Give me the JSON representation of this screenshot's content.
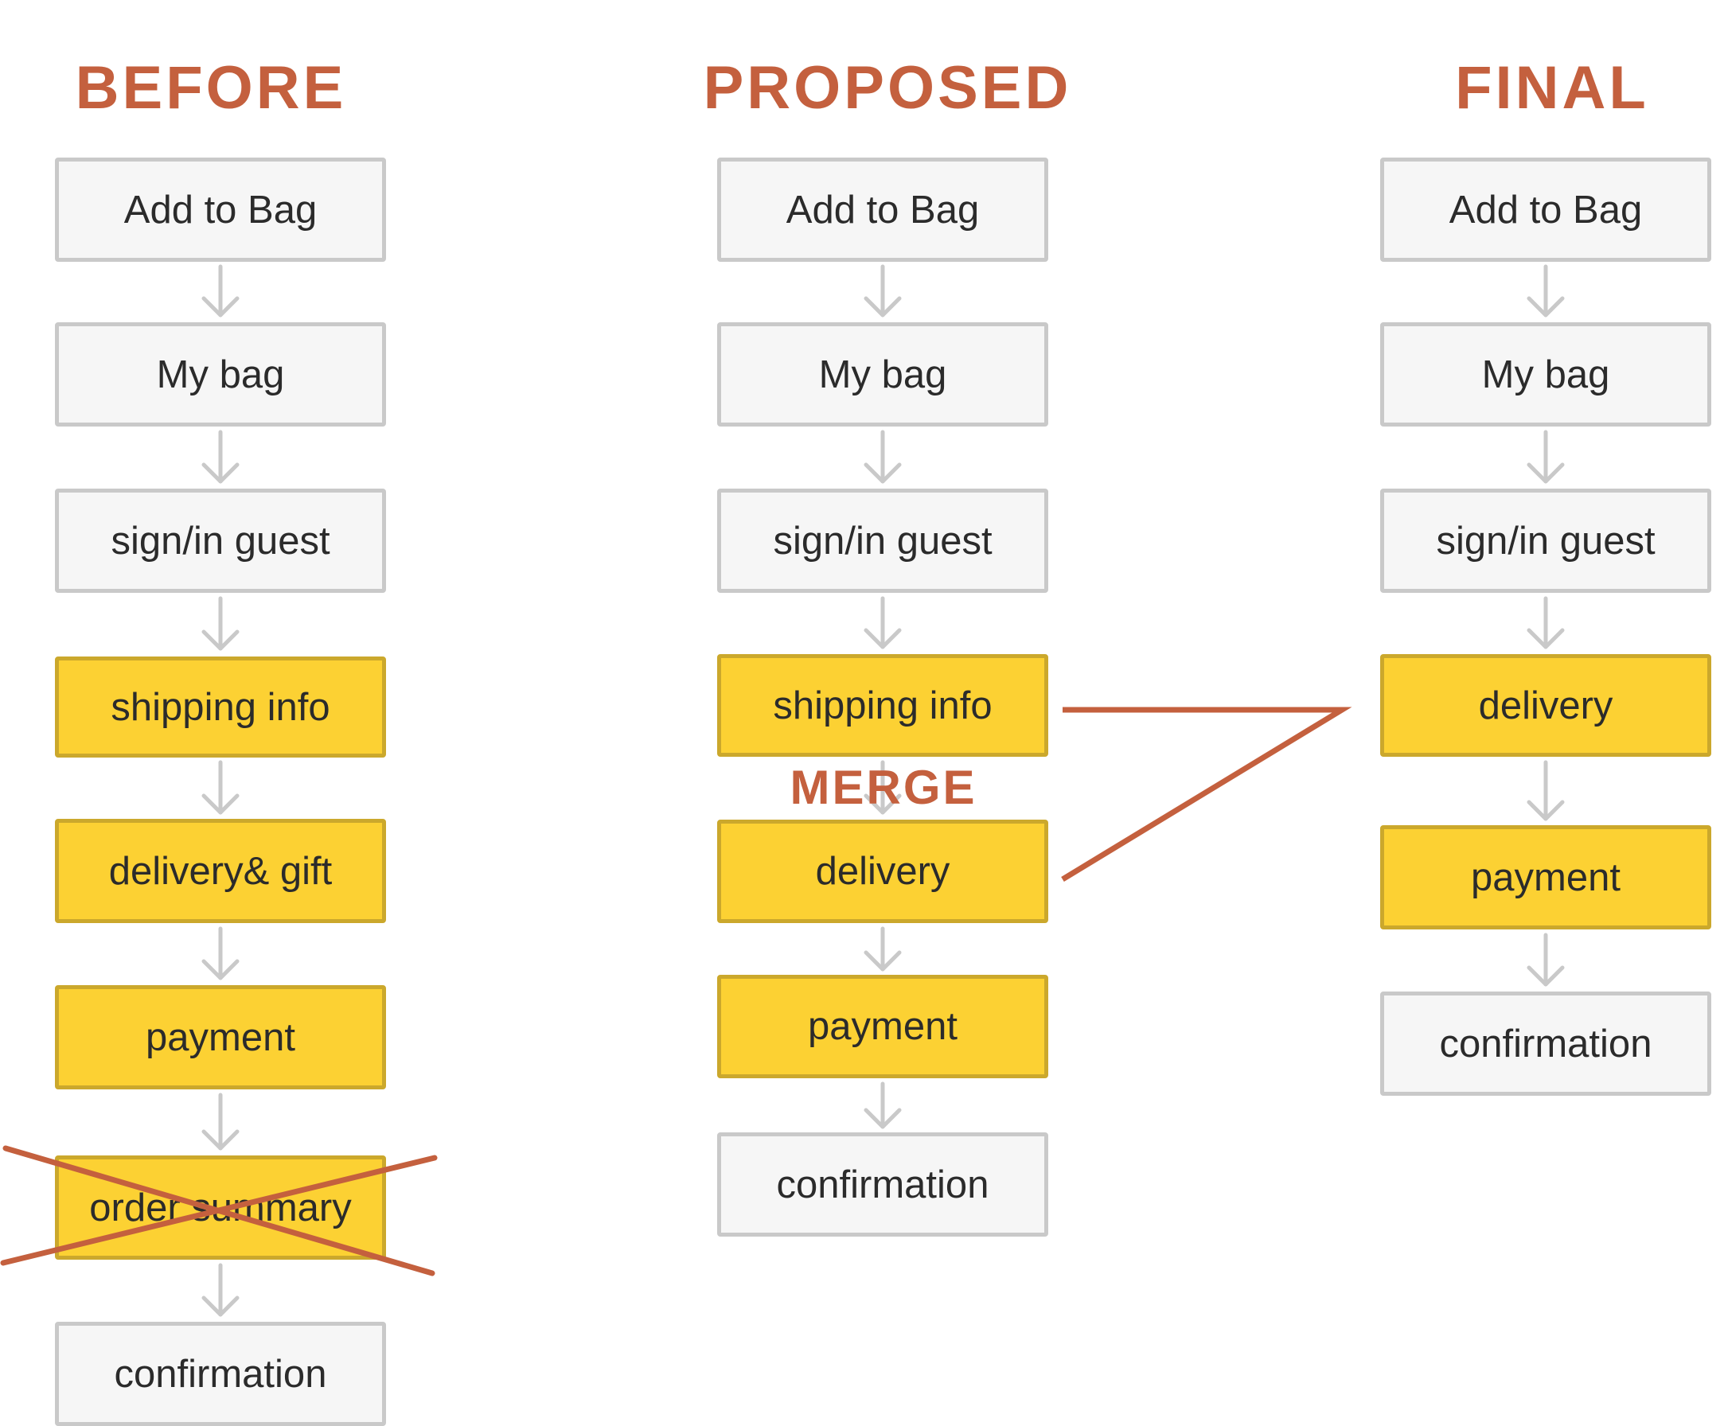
{
  "columns": {
    "before": {
      "title": "BEFORE",
      "steps": [
        {
          "label": "Add to Bag",
          "style": "plain"
        },
        {
          "label": "My bag",
          "style": "plain"
        },
        {
          "label": "sign/in guest",
          "style": "plain"
        },
        {
          "label": "shipping info",
          "style": "yellow"
        },
        {
          "label": "delivery& gift",
          "style": "yellow"
        },
        {
          "label": "payment",
          "style": "yellow"
        },
        {
          "label": "order summary",
          "style": "yellow",
          "crossed_out": true
        },
        {
          "label": "confirmation",
          "style": "plain"
        }
      ]
    },
    "proposed": {
      "title": "PROPOSED",
      "steps": [
        {
          "label": "Add to Bag",
          "style": "plain"
        },
        {
          "label": "My bag",
          "style": "plain"
        },
        {
          "label": "sign/in guest",
          "style": "plain"
        },
        {
          "label": "shipping info",
          "style": "yellow"
        },
        {
          "label": "delivery",
          "style": "yellow"
        },
        {
          "label": "payment",
          "style": "yellow"
        },
        {
          "label": "confirmation",
          "style": "plain"
        }
      ],
      "merge_label": "MERGE"
    },
    "final": {
      "title": "FINAL",
      "steps": [
        {
          "label": "Add to Bag",
          "style": "plain"
        },
        {
          "label": "My bag",
          "style": "plain"
        },
        {
          "label": "sign/in guest",
          "style": "plain"
        },
        {
          "label": "delivery",
          "style": "yellow"
        },
        {
          "label": "payment",
          "style": "yellow"
        },
        {
          "label": "confirmation",
          "style": "plain"
        }
      ]
    }
  },
  "colors": {
    "accent": "#C4603E",
    "highlight_fill": "#FCD133",
    "highlight_border": "#CBA82C",
    "plain_fill": "#F6F6F6",
    "plain_border": "#C9C9C9",
    "arrow": "#C9C9C9"
  }
}
